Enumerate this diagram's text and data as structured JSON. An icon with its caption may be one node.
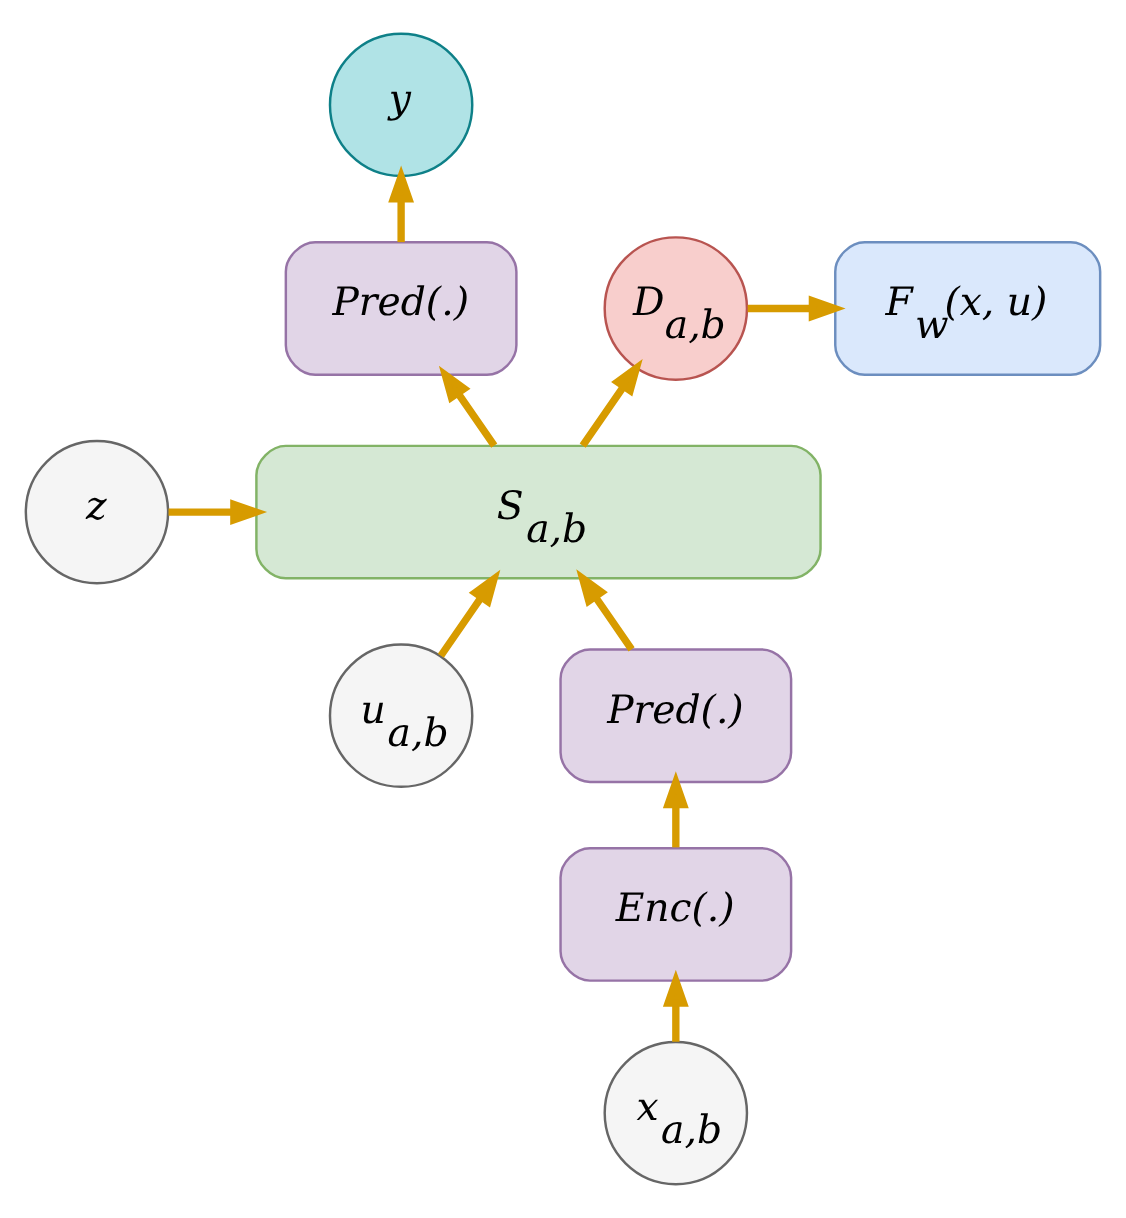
{
  "diagram": {
    "nodes": [
      {
        "text": [
          "y"
        ]
      },
      {
        "text": [
          "Pred(.)"
        ]
      },
      {
        "text": [
          "D$_{a,b}$"
        ]
      },
      {
        "text": [
          "F$_{w}$(x, u)"
        ]
      },
      {
        "text": [
          "z"
        ]
      },
      {
        "text": [
          "S$_{a,b}$"
        ]
      },
      {
        "text": [
          "u$_{a,b}$"
        ]
      },
      {
        "text": [
          "Pred(.)"
        ]
      },
      {
        "text": [
          "Enc(.)"
        ]
      },
      {
        "text": [
          "x$_{a,b}$"
        ]
      }
    ],
    "edges": [
      {
        "from": 1,
        "to": 0,
        "arrow": "to"
      },
      {
        "from": 5,
        "to": 1,
        "arrow": "to"
      },
      {
        "from": 2,
        "to": 3,
        "arrow": "to"
      },
      {
        "from": 5,
        "to": 2,
        "arrow": "to"
      },
      {
        "from": 4,
        "to": 5,
        "arrow": "to"
      },
      {
        "from": 6,
        "to": 5,
        "arrow": "to"
      },
      {
        "from": 7,
        "to": 5,
        "arrow": "to"
      },
      {
        "from": 8,
        "to": 7,
        "arrow": "to"
      },
      {
        "from": 9,
        "to": 8,
        "arrow": "to"
      }
    ]
  }
}
